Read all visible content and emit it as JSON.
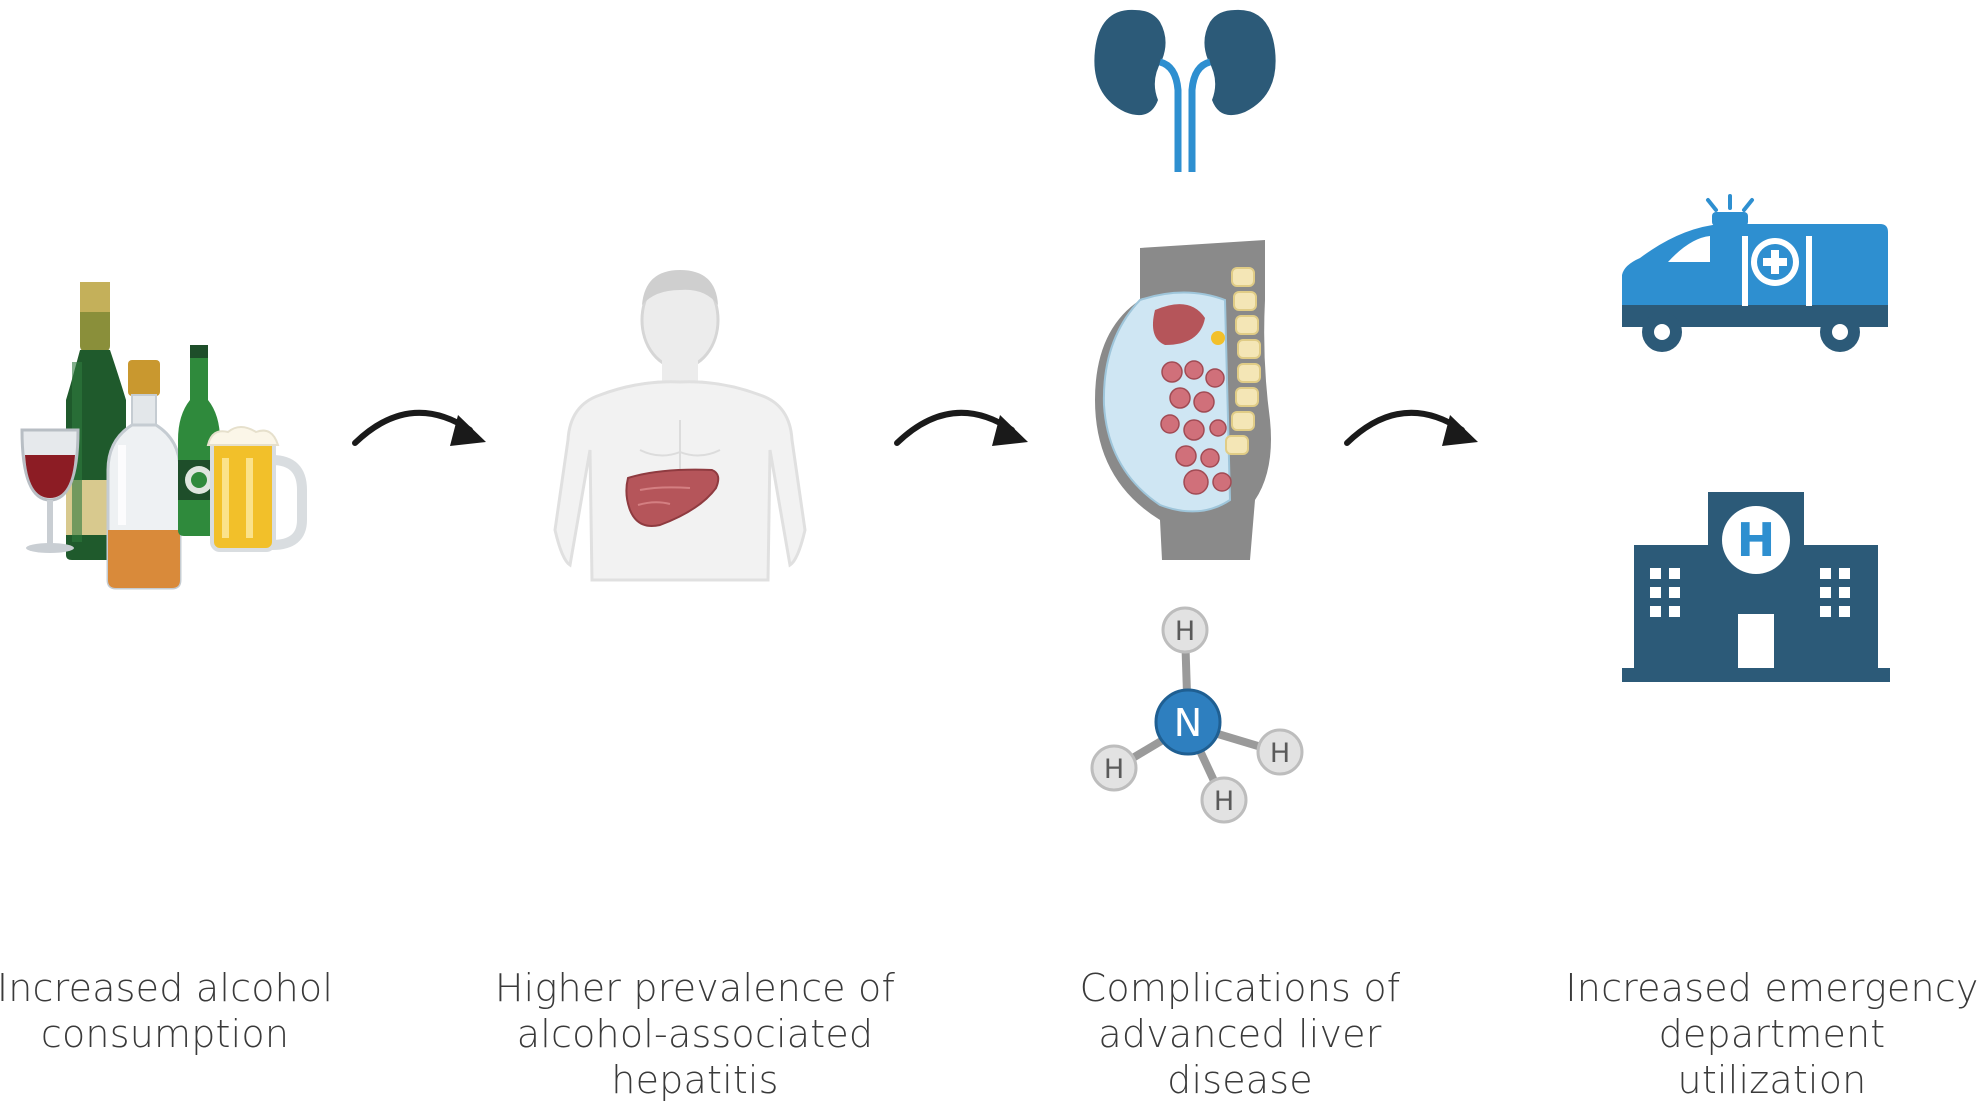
{
  "diagram": {
    "steps": [
      {
        "id": "alcohol",
        "icon": "alcohol-bottles-icon",
        "label_lines": [
          "Increased alcohol",
          "consumption"
        ]
      },
      {
        "id": "hepatitis",
        "icon": "human-liver-icon",
        "label_lines": [
          "Higher prevalence of",
          "alcohol-associated",
          "hepatitis"
        ]
      },
      {
        "id": "complications",
        "icons": [
          "kidneys-icon",
          "ascites-abdomen-icon",
          "ammonia-molecule-icon"
        ],
        "label_lines": [
          "Complications of",
          "advanced liver disease"
        ]
      },
      {
        "id": "emergency",
        "icons": [
          "ambulance-icon",
          "hospital-icon"
        ],
        "label_lines": [
          "Increased emergency",
          "department utilization"
        ]
      }
    ],
    "molecule": {
      "center": "N",
      "atoms": [
        "H",
        "H",
        "H",
        "H"
      ]
    },
    "hospital_sign": "H",
    "colors": {
      "icon_blue": "#2c5a78",
      "bright_blue": "#2e8fd0",
      "text": "#3a3a3a",
      "arrow": "#1a1a1a",
      "wine": "#8c1c24",
      "beer": "#f2c02a",
      "liver": "#b5555a"
    }
  }
}
